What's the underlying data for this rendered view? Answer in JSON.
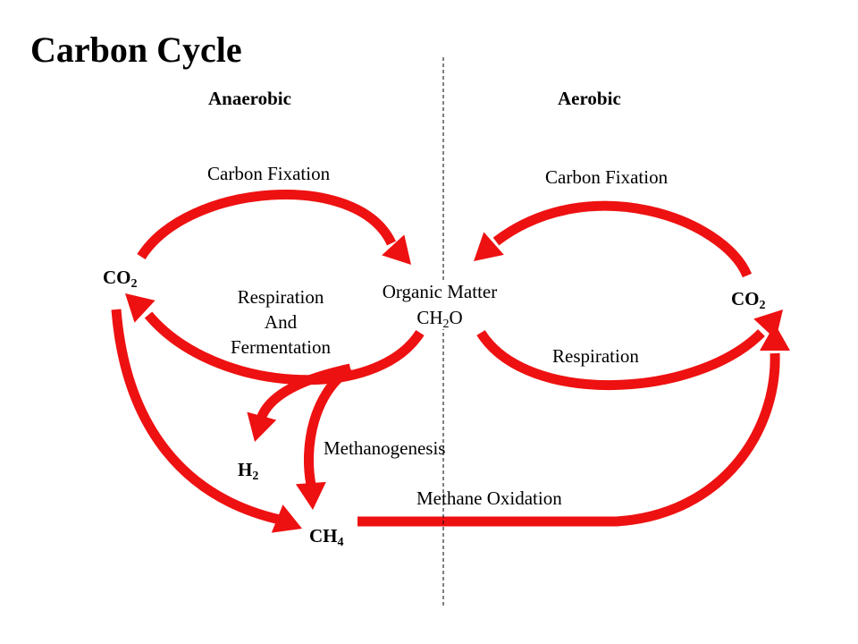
{
  "title": "Carbon Cycle",
  "sections": {
    "left": "Anaerobic",
    "right": "Aerobic"
  },
  "colors": {
    "arrow": "#ee1111",
    "text": "#000000",
    "divider": "#000000",
    "background": "#ffffff"
  },
  "nodes": {
    "co2_left": {
      "main": "CO",
      "sub": "2"
    },
    "co2_right": {
      "main": "CO",
      "sub": "2"
    },
    "h2": {
      "main": "H",
      "sub": "2"
    },
    "ch4": {
      "main": "CH",
      "sub": "4"
    },
    "organic": {
      "line1": "Organic Matter",
      "formula_a": "CH",
      "formula_sub": "2",
      "formula_b": "O"
    }
  },
  "processes": {
    "fixation_left": "Carbon Fixation",
    "fixation_right": "Carbon Fixation",
    "respiration_fermentation": [
      "Respiration",
      "And",
      "Fermentation"
    ],
    "respiration": "Respiration",
    "methanogenesis": "Methanogenesis",
    "methane_oxidation": "Methane Oxidation"
  }
}
